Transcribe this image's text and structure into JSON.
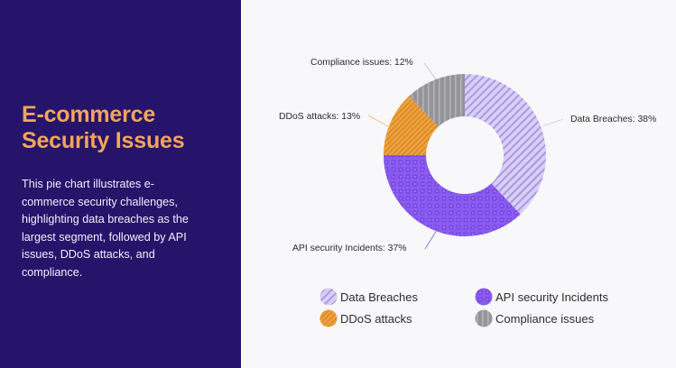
{
  "left_panel": {
    "title_lines": [
      "E-commerce",
      "Security Issues"
    ],
    "description_lines": [
      "This pie chart illustrates e-",
      "commerce security challenges,",
      "highlighting data breaches as the",
      "largest segment, followed by API",
      "issues, DDoS attacks, and",
      "compliance."
    ],
    "background": "#26146a",
    "title_color": "#f5a55b"
  },
  "chart": {
    "slice_labels": [
      "Data Breaches: 38%",
      "API security Incidents: 37%",
      "DDoS attacks: 13%",
      "Compliance issues: 12%"
    ],
    "legend": [
      {
        "label": "Data Breaches",
        "icon": "diagonal-stripe-swatch"
      },
      {
        "label": "API security Incidents",
        "icon": "grid-square-swatch"
      },
      {
        "label": "DDoS attacks",
        "icon": "diagonal-stripe-swatch"
      },
      {
        "label": "Compliance issues",
        "icon": "vertical-stripe-swatch"
      }
    ]
  },
  "chart_data": {
    "type": "pie",
    "subtype": "donut",
    "title": "E-commerce Security Issues",
    "categories": [
      "Data Breaches",
      "API security Incidents",
      "DDoS attacks",
      "Compliance issues"
    ],
    "values": [
      38,
      37,
      13,
      12
    ],
    "unit": "%",
    "colors": [
      "#d4c8f5",
      "#8b5cf0",
      "#f0a03c",
      "#9a9a9e"
    ],
    "patterns": [
      "diagonal-stripes",
      "square-grid",
      "diagonal-stripes",
      "vertical-stripes"
    ],
    "start_angle": "12 o'clock",
    "direction": "clockwise",
    "legend_position": "bottom",
    "labels_outside_with_leader_lines": true
  }
}
